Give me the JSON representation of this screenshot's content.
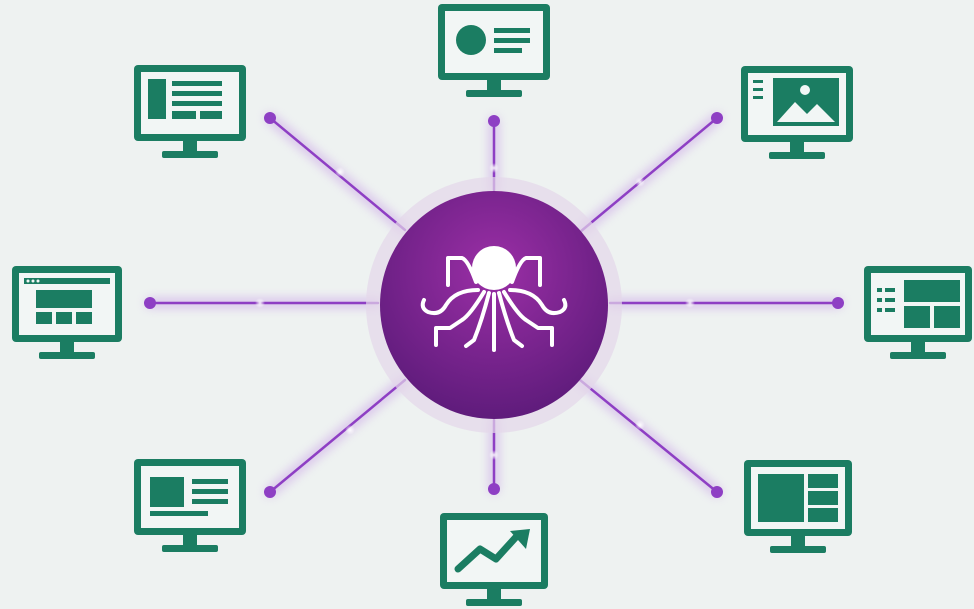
{
  "diagram": {
    "hub": {
      "icon": "octopus-icon",
      "color": "#6e1f86",
      "highlight": "#9b2fa6"
    },
    "spoke_color": "#8e3fc4",
    "monitor_color": "#1b7d62",
    "monitors": [
      {
        "name": "monitor-top",
        "icon": "profile-card-icon"
      },
      {
        "name": "monitor-top-right",
        "icon": "image-gallery-icon"
      },
      {
        "name": "monitor-right",
        "icon": "dashboard-panels-icon"
      },
      {
        "name": "monitor-bottom-right",
        "icon": "grid-layout-icon"
      },
      {
        "name": "monitor-bottom",
        "icon": "line-chart-icon"
      },
      {
        "name": "monitor-bottom-left",
        "icon": "article-icon"
      },
      {
        "name": "monitor-left",
        "icon": "browser-window-icon"
      },
      {
        "name": "monitor-top-left",
        "icon": "document-layout-icon"
      }
    ]
  }
}
